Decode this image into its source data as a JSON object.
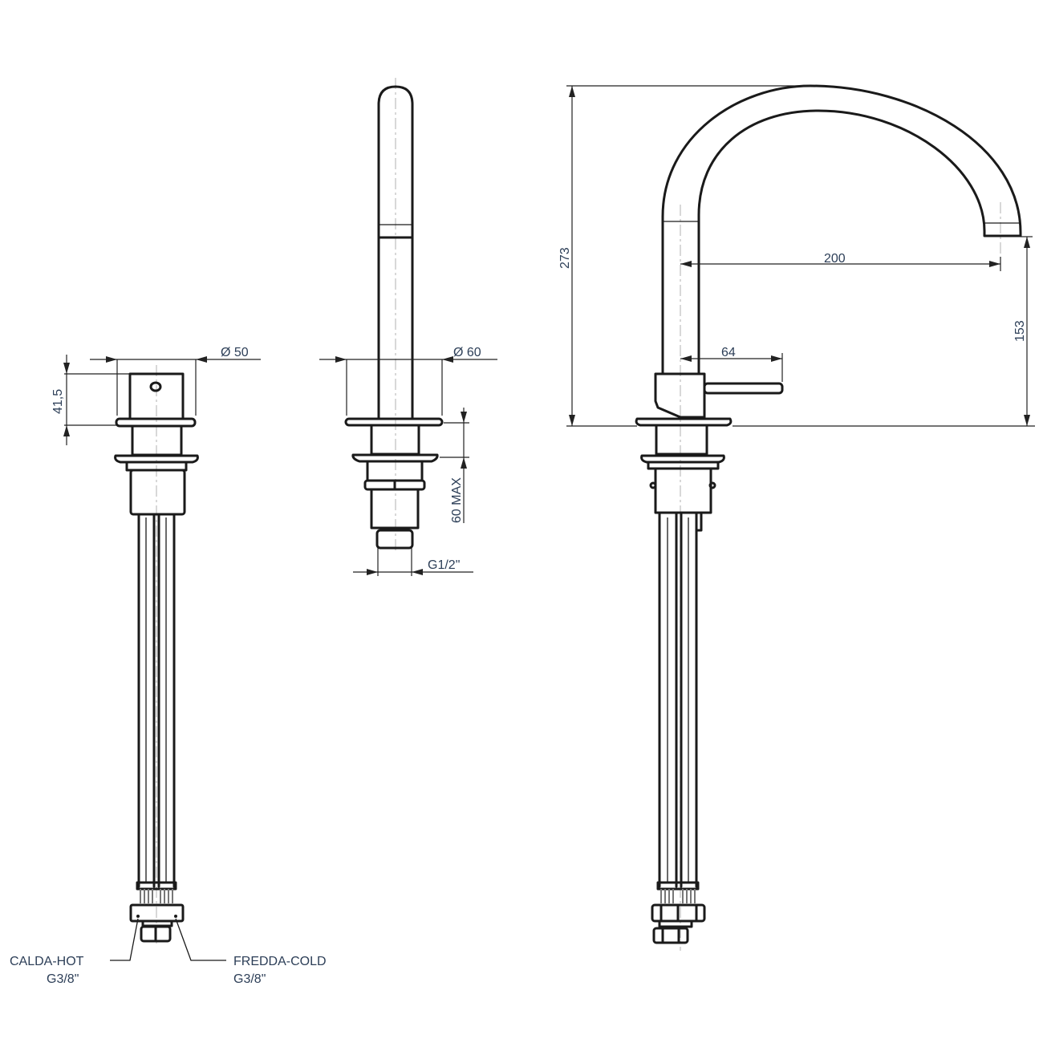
{
  "drawing": {
    "title": "Two-hole kitchen mixer technical drawing",
    "colors": {
      "line": "#1a1a1a",
      "dimension_text": "#2c3e57",
      "centerline": "#bdbdbd"
    }
  },
  "views": {
    "handle_unit": {
      "diameter_label": "Ø 50",
      "height_label": "41,5",
      "hot_label": "CALDA-HOT",
      "hot_thread": "G3/8\"",
      "cold_label": "FREDDA-COLD",
      "cold_thread": "G3/8\""
    },
    "spout_side": {
      "diameter_label": "Ø 60",
      "max_thickness_label": "60 MAX",
      "thread_label": "G1/2\""
    },
    "spout_front": {
      "total_height_label": "273",
      "reach_label": "200",
      "spout_height_label": "153",
      "lever_label": "64"
    }
  }
}
